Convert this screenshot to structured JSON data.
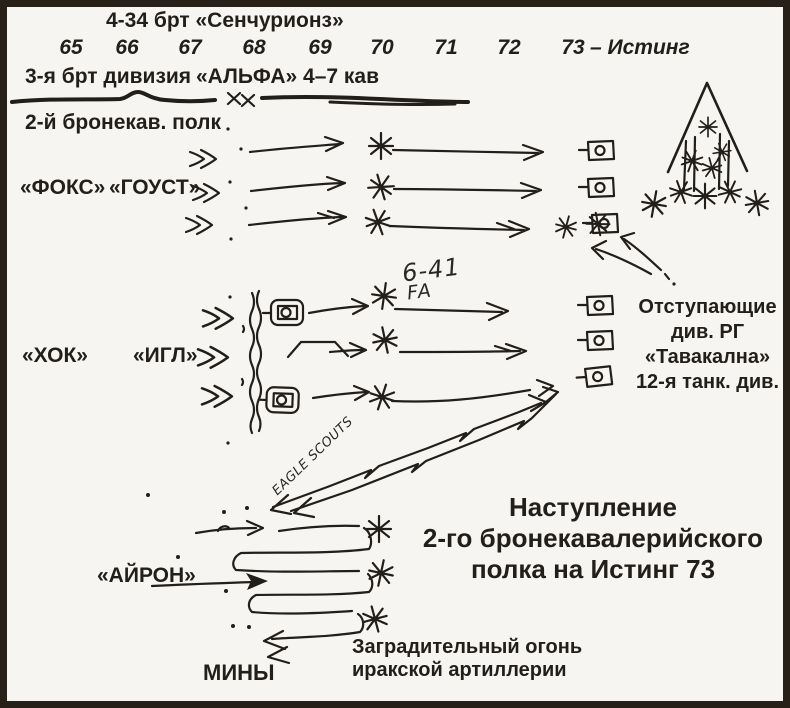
{
  "colors": {
    "ink": "#221e1a",
    "paper": "#f7f5f2",
    "frame": "#262019"
  },
  "header": {
    "top_label": "4-34 брт «Сенчурионз»",
    "easting_ticks": [
      "65",
      "66",
      "67",
      "68",
      "69",
      "70",
      "71",
      "72",
      "73"
    ],
    "easting_suffix": "– Истинг",
    "division_label": "3-я брт дивизия",
    "alpha_label": "«АЛЬФА» 4–7 кав",
    "regiment_label": "2-й бронекав. полк"
  },
  "squadrons": {
    "fox": "«ФОКС»",
    "ghost": "«ГОУСТ»",
    "hawk": "«ХОК»",
    "eagle": "«ИГЛ»",
    "iron": "«АЙРОН»"
  },
  "handwritten": {
    "artillery_line1": "6-41",
    "artillery_line2": "FA",
    "eagle_scouts": "EAGLE SCOUTS"
  },
  "labels": {
    "retreating_lines": [
      "Отступающие",
      "див. РГ",
      "«Тавакална»",
      "12-я танк. див."
    ],
    "title_lines": [
      "Наступление",
      "2-го бронекавалерийского",
      "полка на Истинг 73"
    ],
    "mines": "МИНЫ",
    "barrage_lines": [
      "Заградительный огонь",
      "иракской артиллерии"
    ]
  },
  "symbols": {
    "friendly-tank-icon": "boxed tank sketch",
    "enemy-tank-icon": "box with circle and barrel",
    "explosion-icon": "asterisk burst",
    "advance-chevron-icon": "double chevron >>",
    "division-boundary-icon": "XX",
    "objective-triangle-icon": "open triangle peak"
  }
}
